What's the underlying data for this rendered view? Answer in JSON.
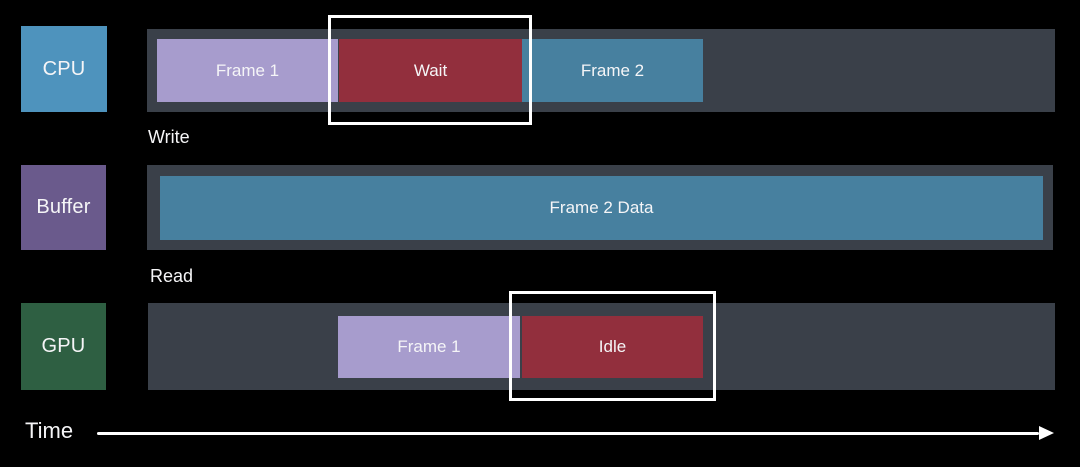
{
  "colors": {
    "background": "#000000",
    "track": "#3a4049",
    "cpu_box": "#4e93bd",
    "buffer_box": "#6a5a8c",
    "gpu_box": "#2e5f42",
    "frame_purple": "#a79ccd",
    "stall_red": "#922f3d",
    "frame_blue": "#47809f",
    "highlight_border": "#ffffff",
    "text": "#f5f5f7"
  },
  "rows": [
    {
      "id": "cpu",
      "label": "CPU",
      "segments": [
        {
          "label": "Frame 1",
          "type": "work"
        },
        {
          "label": "Wait",
          "type": "stall",
          "highlighted": true
        },
        {
          "label": "Frame 2",
          "type": "work"
        }
      ]
    },
    {
      "id": "buffer",
      "label": "Buffer",
      "segments": [
        {
          "label": "Frame 2 Data",
          "type": "data"
        }
      ]
    },
    {
      "id": "gpu",
      "label": "GPU",
      "segments": [
        {
          "label": "Frame 1",
          "type": "work"
        },
        {
          "label": "Idle",
          "type": "stall",
          "highlighted": true
        }
      ]
    }
  ],
  "annotations": {
    "write_label": "Write",
    "read_label": "Read"
  },
  "axis": {
    "label": "Time"
  }
}
